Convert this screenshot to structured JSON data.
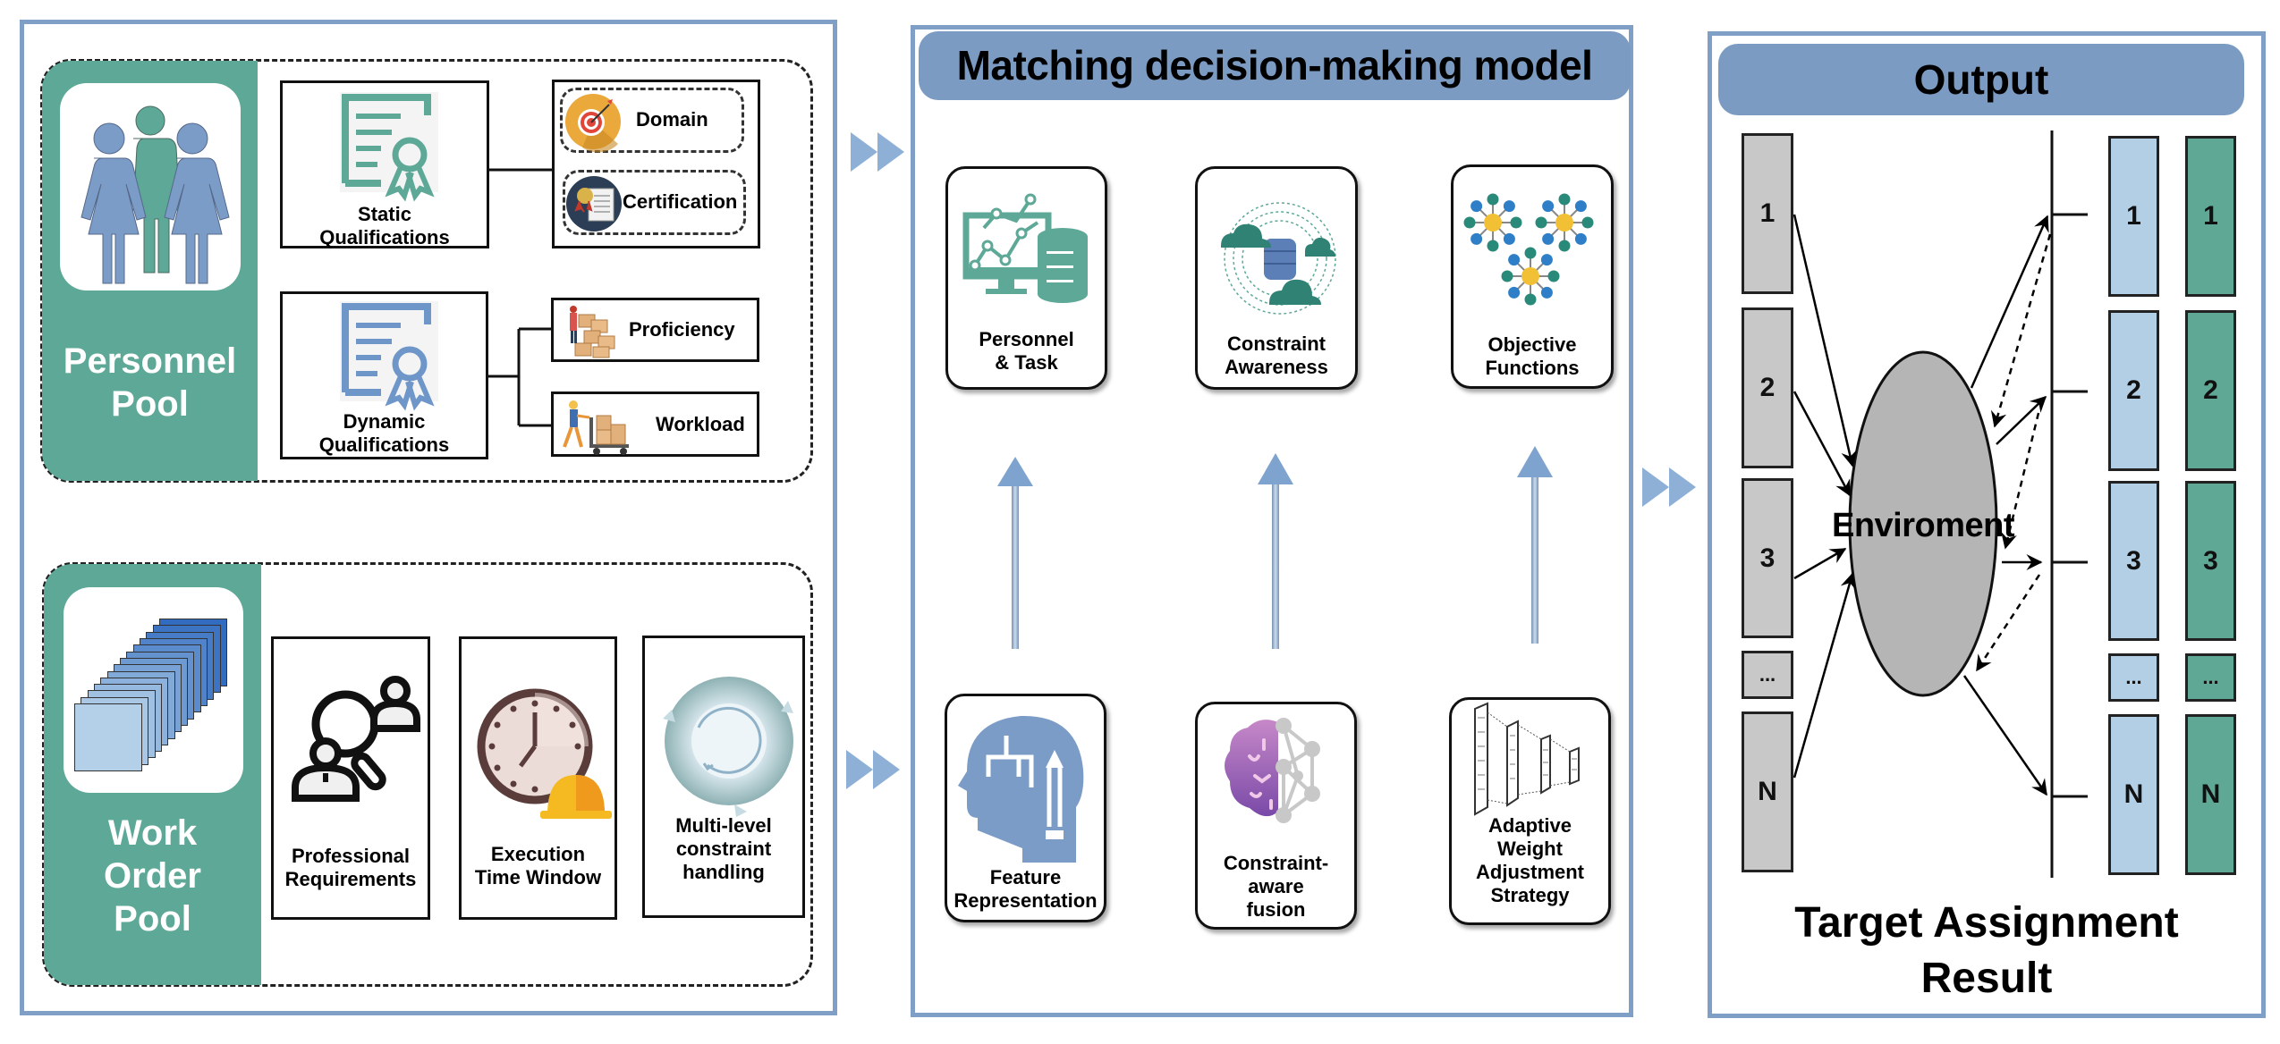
{
  "personnel_pool": {
    "label_line1": "Personnel",
    "label_line2": "Pool",
    "icon": "people-group-icon",
    "static_qualifications": {
      "label_line1": "Static",
      "label_line2": "Qualifications",
      "icon": "certificate-icon",
      "items": [
        {
          "label": "Domain",
          "icon": "target-icon"
        },
        {
          "label": "Certification",
          "icon": "certificate-badge-icon"
        }
      ]
    },
    "dynamic_qualifications": {
      "label_line1": "Dynamic",
      "label_line2": "Qualifications",
      "icon": "certificate-icon",
      "items": [
        {
          "label": "Proficiency",
          "icon": "worker-boxes-icon"
        },
        {
          "label": "Workload",
          "icon": "hand-truck-icon"
        }
      ]
    }
  },
  "work_order_pool": {
    "label_lines": [
      "Work",
      "Order",
      "Pool"
    ],
    "icon": "document-stack-icon",
    "items": [
      {
        "lines": [
          "Professional",
          "Requirements"
        ],
        "icon": "search-people-icon"
      },
      {
        "lines": [
          "Execution",
          "Time Window"
        ],
        "icon": "clock-hardhat-icon"
      },
      {
        "lines": [
          "Multi-level",
          "constraint",
          "handling"
        ],
        "icon": "cycle-arrows-icon"
      }
    ]
  },
  "model": {
    "title": "Matching decision-making model",
    "top_cards": [
      {
        "lines": [
          "Personnel",
          "& Task"
        ],
        "icon": "monitor-database-icon"
      },
      {
        "lines": [
          "Constraint",
          "Awareness"
        ],
        "icon": "cloud-database-icon"
      },
      {
        "lines": [
          "Objective",
          "Functions"
        ],
        "icon": "network-nodes-icon"
      }
    ],
    "bottom_cards": [
      {
        "lines": [
          "Feature",
          "Representation"
        ],
        "icon": "head-circuit-icon"
      },
      {
        "lines": [
          "Constraint-",
          "aware",
          "fusion"
        ],
        "icon": "brain-network-icon"
      },
      {
        "lines": [
          "Adaptive",
          "Weight",
          "Adjustment",
          "Strategy"
        ],
        "icon": "layers-icon"
      }
    ]
  },
  "output": {
    "title": "Output",
    "environment_label": "Enviroment",
    "input_column": [
      "1",
      "2",
      "3",
      "...",
      "N"
    ],
    "result_column_blue": [
      "1",
      "2",
      "3",
      "...",
      "N"
    ],
    "result_column_green": [
      "1",
      "2",
      "3",
      "...",
      "N"
    ],
    "caption_line1": "Target Assignment",
    "caption_line2": "Result"
  },
  "colors": {
    "panel_border": "#7f9fc7",
    "pool_green": "#5ea897",
    "title_blue": "#7b9bc2",
    "person_blue": "#7b9cc6",
    "column_gray": "#c8c8c8",
    "column_light_blue": "#b3cfe6",
    "column_green": "#5fa896",
    "ellipse_gray": "#b5b5b5"
  }
}
